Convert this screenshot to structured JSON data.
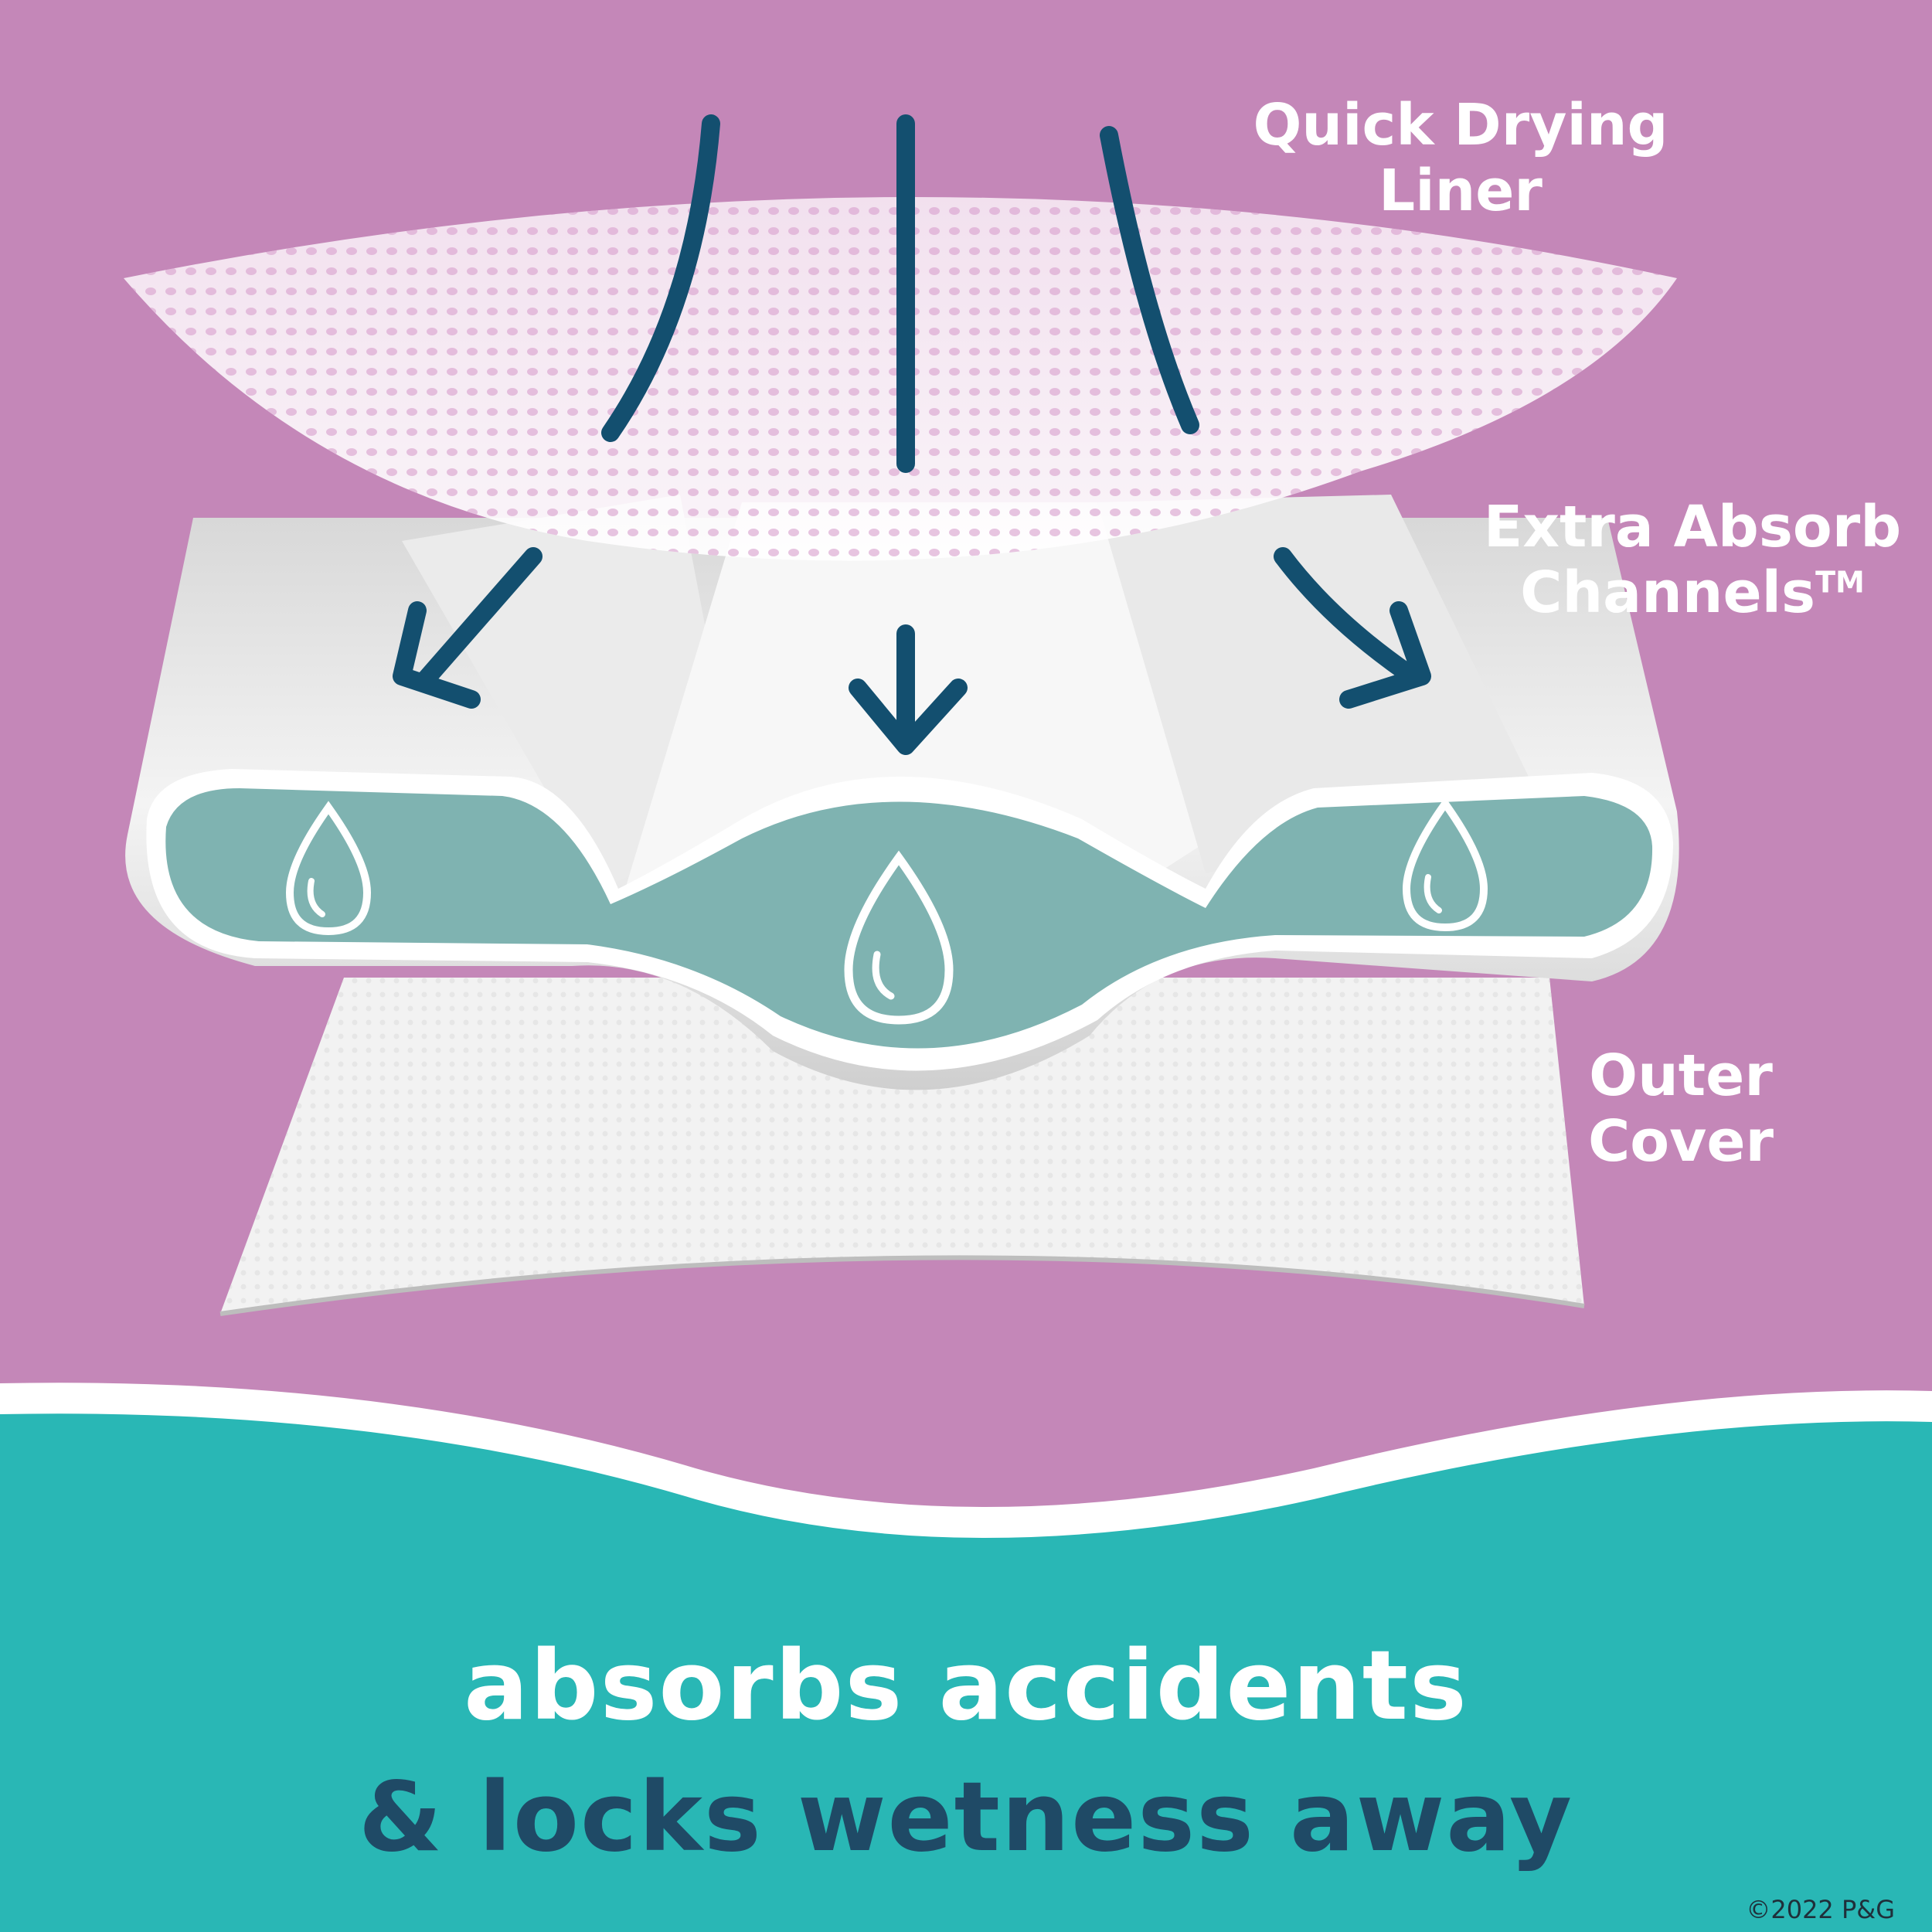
{
  "colors": {
    "background": "#c487b8",
    "band": "#29b7b5",
    "arrow": "#134f6f",
    "core": "#7fb3b1",
    "headline": "#ffffff",
    "subline": "#1f4a66"
  },
  "labels": {
    "liner_line1": "Quick Drying",
    "liner_line2": "Liner",
    "channels_line1": "Extra Absorb",
    "channels_line2": "Channels",
    "channels_tm": "TM",
    "outer_line1": "Outer",
    "outer_line2": "Cover"
  },
  "headline": "absorbs accidents",
  "subline": "& locks wetness away",
  "copyright": "©2022 P&G",
  "icons": [
    "down-arrow-icon",
    "water-drop-icon"
  ]
}
